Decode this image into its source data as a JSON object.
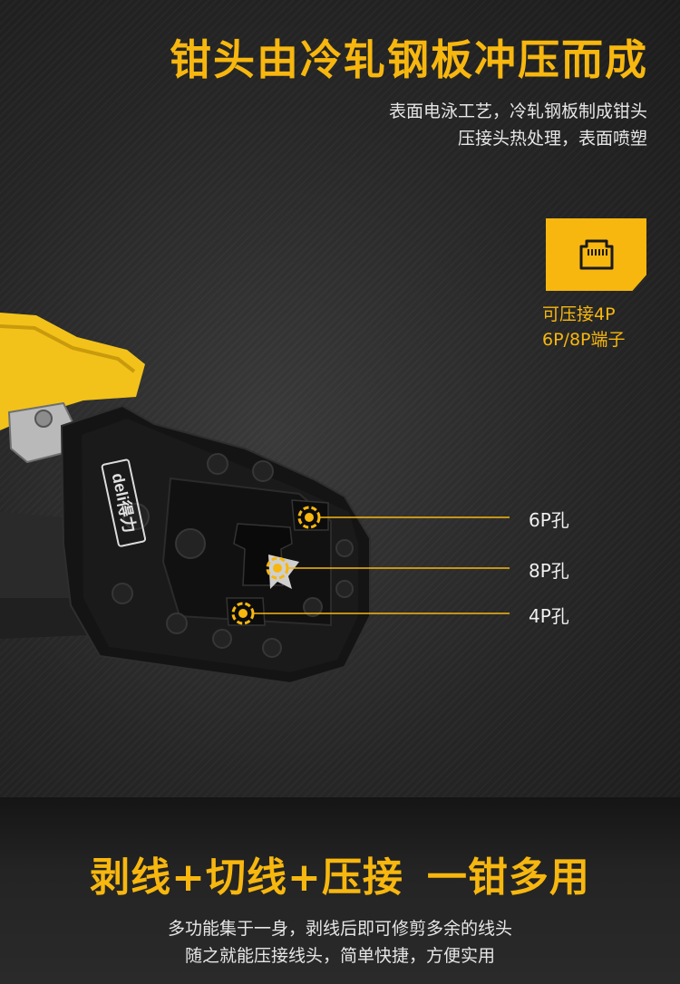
{
  "headline": "钳头由冷轧钢板冲压而成",
  "description_lines": [
    "表面电泳工艺，冷轧钢板制成钳头",
    "压接头热处理，表面喷塑"
  ],
  "badge": {
    "icon": "rj45-port-icon",
    "caption_lines": [
      "可压接4P",
      "6P/8P端子"
    ]
  },
  "tool": {
    "brand_logo": "deli得力",
    "hole_labels": [
      "6P孔",
      "8P孔",
      "4P孔"
    ]
  },
  "feature_title": {
    "part1": "剥线+切线+压接",
    "part2": "一钳多用"
  },
  "feature_description_lines": [
    "多功能集于一身，剥线后即可修剪多余的线头",
    "随之就能压接线头，简单快捷，方便实用"
  ],
  "colors": {
    "accent": "#f7b70f",
    "background": "#242424",
    "tool_body": "#141414"
  }
}
